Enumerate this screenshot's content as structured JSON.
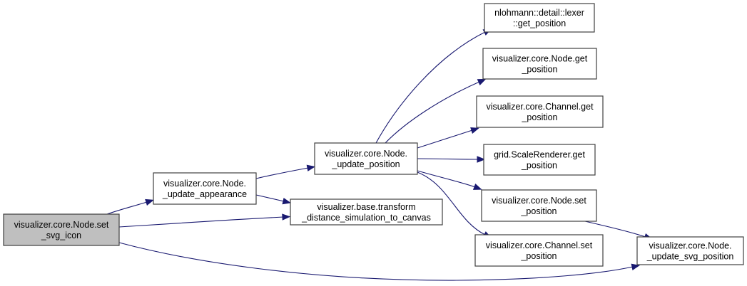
{
  "graph": {
    "type": "call-graph",
    "colors": {
      "edge": "#191970",
      "border": "#404040",
      "root_fill": "#bfbfbf",
      "node_fill": "#ffffff"
    },
    "nodes": [
      {
        "id": "root",
        "lines": [
          "visualizer.core.Node.set",
          "_svg_icon"
        ],
        "root": true
      },
      {
        "id": "update_appearance",
        "lines": [
          "visualizer.core.Node.",
          "_update_appearance"
        ]
      },
      {
        "id": "update_position",
        "lines": [
          "visualizer.core.Node.",
          "_update_position"
        ]
      },
      {
        "id": "transform",
        "lines": [
          "visualizer.base.transform",
          "_distance_simulation_to_canvas"
        ]
      },
      {
        "id": "lexer_get_position",
        "lines": [
          "nlohmann::detail::lexer",
          "::get_position"
        ]
      },
      {
        "id": "node_get_position",
        "lines": [
          "visualizer.core.Node.get",
          "_position"
        ]
      },
      {
        "id": "channel_get_position",
        "lines": [
          "visualizer.core.Channel.get",
          "_position"
        ]
      },
      {
        "id": "scale_get_position",
        "lines": [
          "grid.ScaleRenderer.get",
          "_position"
        ]
      },
      {
        "id": "node_set_position",
        "lines": [
          "visualizer.core.Node.set",
          "_position"
        ]
      },
      {
        "id": "channel_set_position",
        "lines": [
          "visualizer.core.Channel.set",
          "_position"
        ]
      },
      {
        "id": "update_svg_position",
        "lines": [
          "visualizer.core.Node.",
          "_update_svg_position"
        ]
      }
    ],
    "edges": [
      {
        "from": "root",
        "to": "update_appearance"
      },
      {
        "from": "root",
        "to": "transform"
      },
      {
        "from": "root",
        "to": "update_svg_position"
      },
      {
        "from": "update_appearance",
        "to": "update_position"
      },
      {
        "from": "update_appearance",
        "to": "transform"
      },
      {
        "from": "update_position",
        "to": "lexer_get_position"
      },
      {
        "from": "update_position",
        "to": "node_get_position"
      },
      {
        "from": "update_position",
        "to": "channel_get_position"
      },
      {
        "from": "update_position",
        "to": "scale_get_position"
      },
      {
        "from": "update_position",
        "to": "node_set_position"
      },
      {
        "from": "update_position",
        "to": "channel_set_position"
      },
      {
        "from": "node_set_position",
        "to": "update_svg_position"
      }
    ]
  }
}
